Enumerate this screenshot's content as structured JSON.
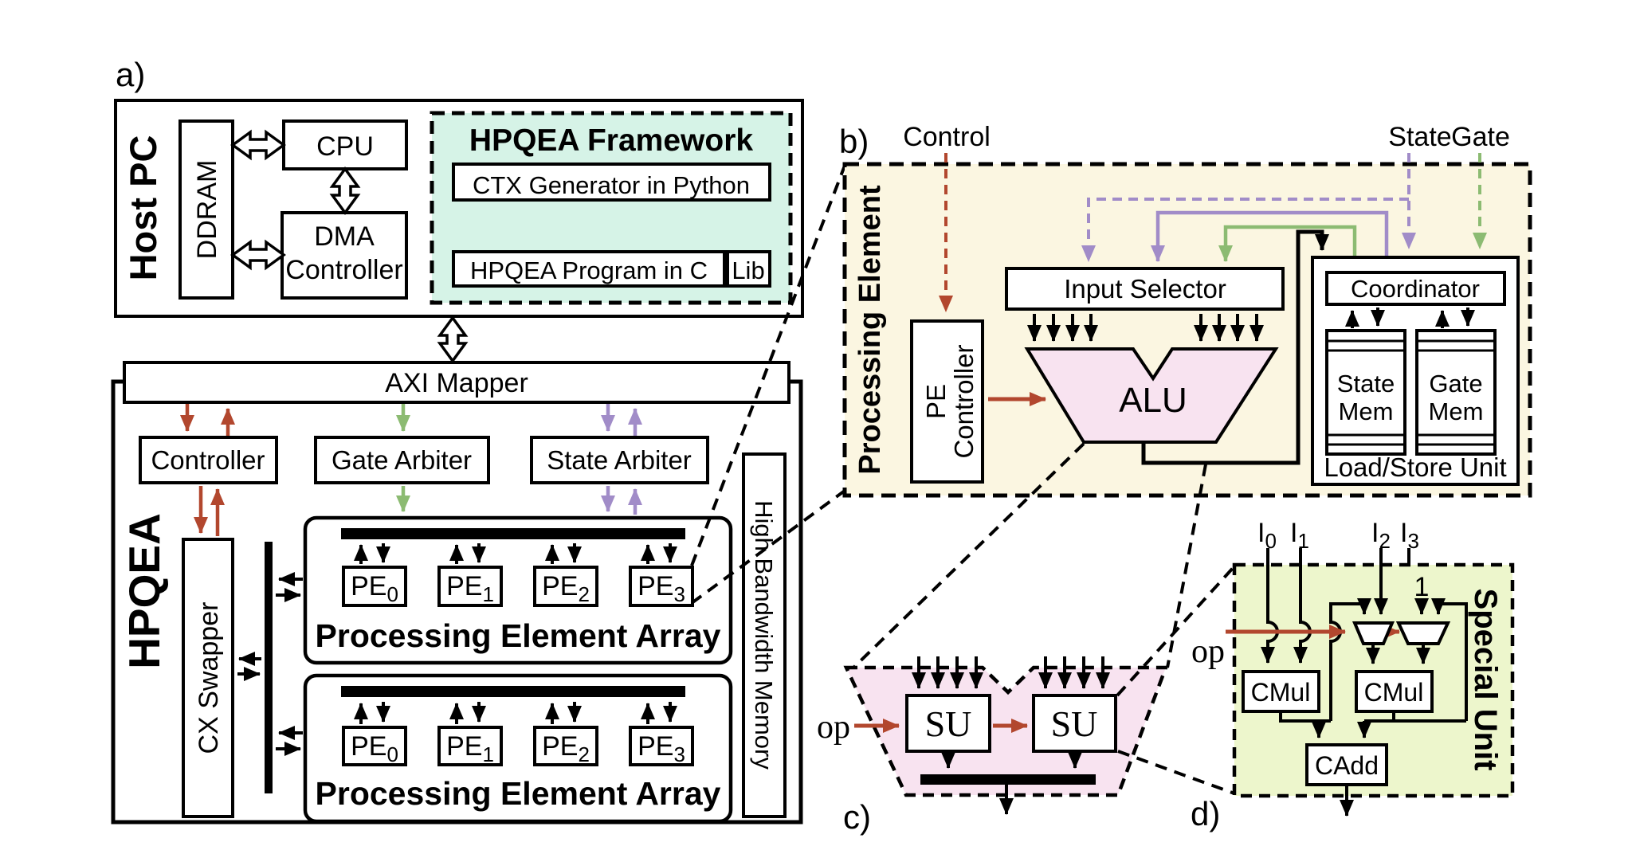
{
  "figure": {
    "tags": {
      "a": "a)",
      "b": "b)",
      "c": "c)",
      "d": "d)"
    },
    "colors": {
      "black": "#000000",
      "mint": "#d6f3e7",
      "cream": "#fbf6e1",
      "pink": "#f8e3f0",
      "light_green": "#edf6cc",
      "red": "#b2472e",
      "green": "#8cbb72",
      "purple": "#a18cc8"
    },
    "a": {
      "host_pc": "Host PC",
      "ddram": "DDRAM",
      "cpu": "CPU",
      "dma_line1": "DMA",
      "dma_line2": "Controller",
      "framework_title": "HPQEA Framework",
      "ctx_generator": "CTX Generator in Python",
      "program": "HPQEA Program in C",
      "lib": "Lib",
      "axi_mapper": "AXI Mapper",
      "hpqea": "HPQEA",
      "controller": "Controller",
      "gate_arbiter": "Gate Arbiter",
      "state_arbiter": "State Arbiter",
      "hbm": "High Bandwidth Memory",
      "cx_swapper": "CX Swapper",
      "pe_array_title": "Processing Element Array",
      "pe_base": "PE",
      "pe_subs": [
        "0",
        "1",
        "2",
        "3"
      ]
    },
    "b": {
      "control": "Control",
      "state": "State",
      "gate": "Gate",
      "processing_element": "Processing Element",
      "pe_controller_line1": "PE",
      "pe_controller_line2": "Controller",
      "input_selector": "Input Selector",
      "alu": "ALU",
      "coordinator": "Coordinator",
      "state_mem_line1": "State",
      "state_mem_line2": "Mem",
      "gate_mem_line1": "Gate",
      "gate_mem_line2": "Mem",
      "load_store_unit": "Load/Store Unit"
    },
    "c": {
      "op": "op",
      "su_left": "SU",
      "su_right": "SU"
    },
    "d": {
      "op": "op",
      "input_base": "I",
      "input_subs": [
        "0",
        "1",
        "2",
        "3"
      ],
      "one": "1",
      "cmul_left": "CMul",
      "cmul_right": "CMul",
      "cadd": "CAdd",
      "special_unit": "Special Unit"
    }
  }
}
